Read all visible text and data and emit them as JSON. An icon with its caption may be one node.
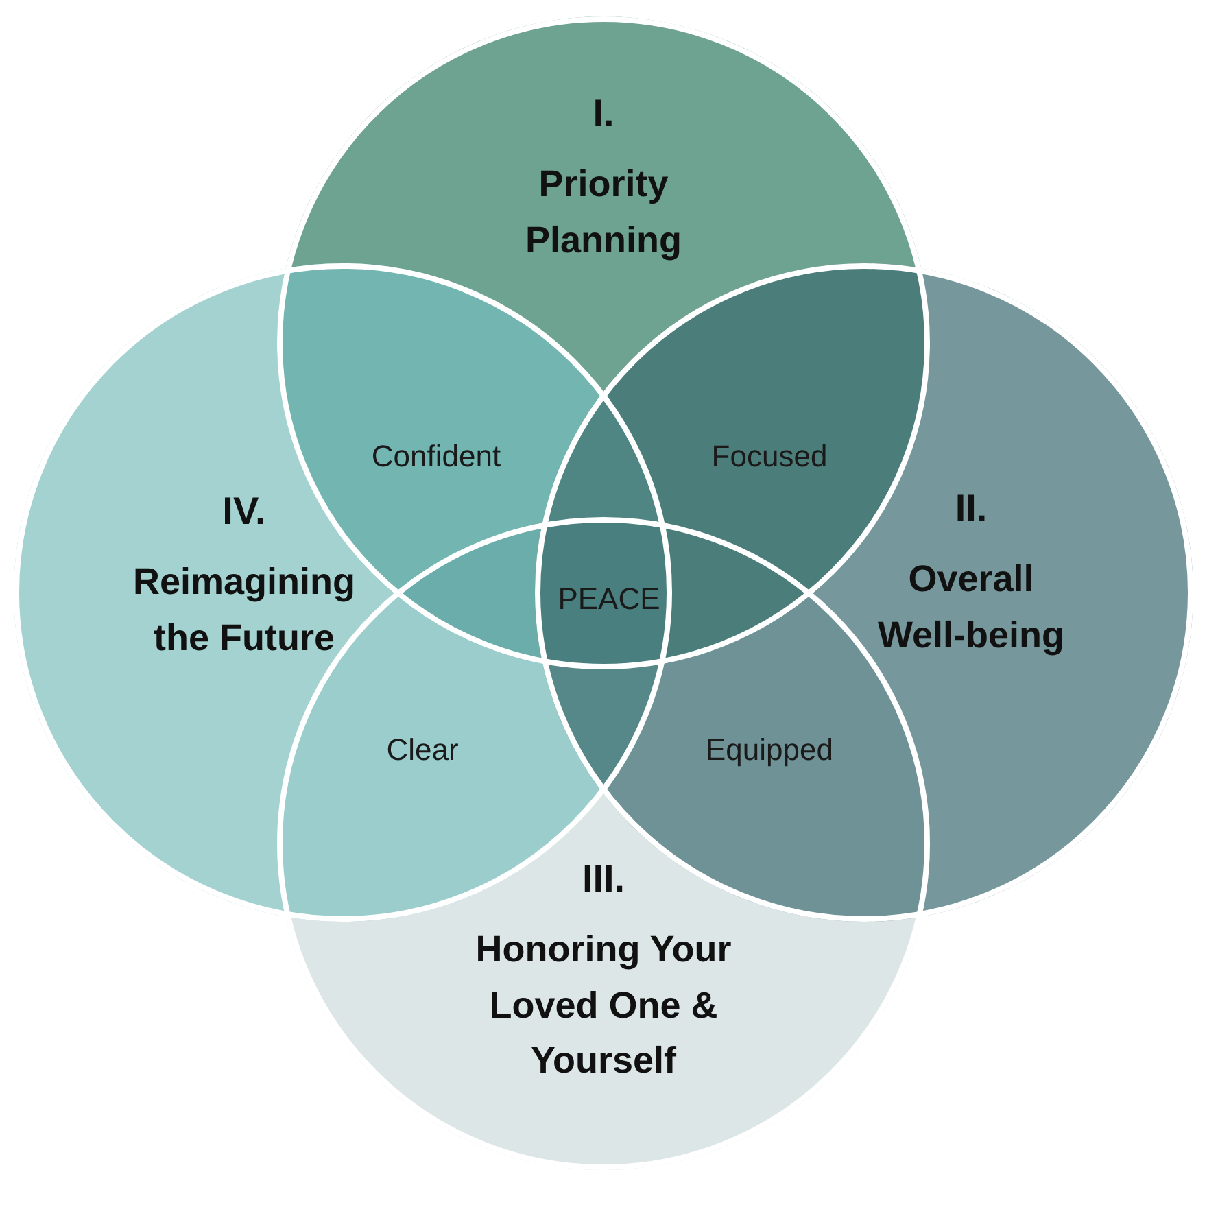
{
  "diagram": {
    "nodes": [
      {
        "text": [
          "I.",
          "Priority Planning"
        ]
      },
      {
        "text": [
          "IV.",
          "Reimagining the Future"
        ]
      },
      {
        "text": [
          "II.",
          "Overall Well-being"
        ]
      },
      {
        "text": [
          "III.",
          "Honoring Your Loved One & Yourself"
        ]
      }
    ],
    "labels": [
      "Confident",
      "Focused",
      "PEACE",
      "Clear",
      "Equipped"
    ]
  }
}
